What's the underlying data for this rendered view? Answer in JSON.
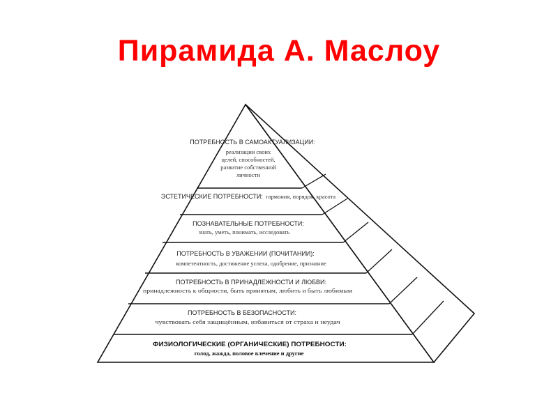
{
  "title": "Пирамида А. Маслоу",
  "pyramid": {
    "levels": [
      {
        "title": "ПОТРЕБНОСТЬ В САМОАКТУАЛИЗАЦИИ:",
        "desc_lines": [
          "реализации своих",
          "целей, способностей,",
          "развитие собственной",
          "личности"
        ]
      },
      {
        "title": "ЭСТЕТИЧЕСКИЕ ПОТРЕБНОСТИ:",
        "inline_desc": "гармония, порядок, красота",
        "desc_lines": []
      },
      {
        "title": "ПОЗНАВАТЕЛЬНЫЕ ПОТРЕБНОСТИ:",
        "desc_lines": [
          "знать, уметь, понимать, исследовать"
        ]
      },
      {
        "title": "ПОТРЕБНОСТЬ В УВАЖЕНИИ (ПОЧИТАНИИ):",
        "desc_lines": [
          "компетентность, достижение успеха, одобрение, признание"
        ]
      },
      {
        "title": "ПОТРЕБНОСТЬ В ПРИНАДЛЕЖНОСТИ И ЛЮБВИ:",
        "desc_lines": [
          "принадлежность к общности, быть принятым, любить и быть любимым"
        ]
      },
      {
        "title": "ПОТРЕБНОСТЬ В БЕЗОПАСНОСТИ:",
        "desc_lines": [
          "чувствовать себя защищённым, избавиться от страха и неудач"
        ]
      },
      {
        "title": "ФИЗИОЛОГИЧЕСКИЕ (ОРГАНИЧЕСКИЕ) ПОТРЕБНОСТИ:",
        "desc_lines": [
          "голод, жажда, половое влечение и другие"
        ]
      }
    ]
  }
}
